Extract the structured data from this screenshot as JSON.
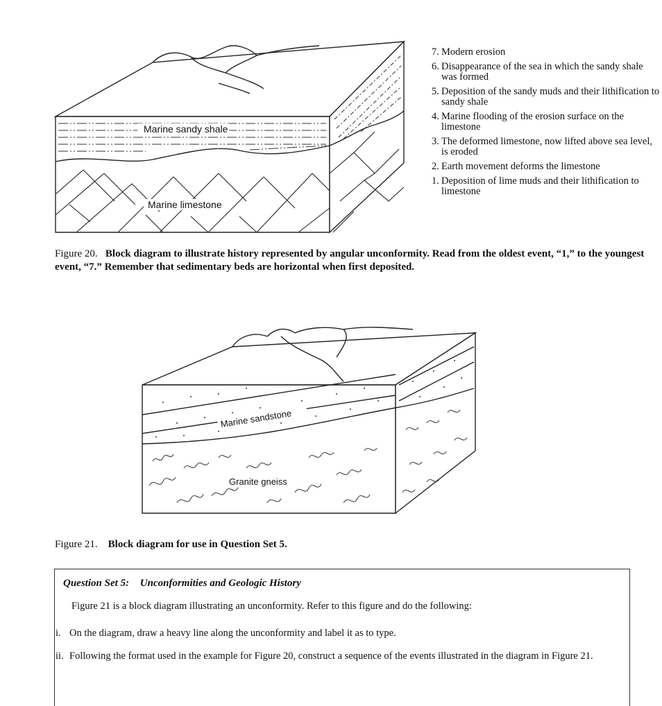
{
  "figure20": {
    "labels": {
      "shale": "Marine sandy shale",
      "limestone": "Marine limestone"
    },
    "events": [
      {
        "num": "7.",
        "text": "Modern erosion"
      },
      {
        "num": "6.",
        "text": "Disappearance of the sea in which the sandy shale was formed"
      },
      {
        "num": "5.",
        "text": "Deposition of the sandy muds and their lithification to sandy shale"
      },
      {
        "num": "4.",
        "text": "Marine flooding of the erosion surface on the limestone"
      },
      {
        "num": "3.",
        "text": "The deformed limestone, now lifted above sea level, is eroded"
      },
      {
        "num": "2.",
        "text": "Earth movement deforms the limestone"
      },
      {
        "num": "1.",
        "text": "Deposition of lime muds and their lithification to limestone"
      }
    ],
    "caption": {
      "label": "Figure 20.",
      "text": "Block diagram to illustrate history represented by angular unconformity. Read from the oldest event, “1,” to the youngest event, “7.” Remember that sedimentary beds are horizontal when first deposited."
    }
  },
  "figure21": {
    "labels": {
      "sandstone": "Marine sandstone",
      "gneiss": "Granite gneiss"
    },
    "caption": {
      "label": "Figure 21.",
      "text": "Block diagram for use in Question Set 5."
    }
  },
  "question_set": {
    "title_prefix": "Question Set 5:",
    "title": "Unconformities and Geologic History",
    "intro": "Figure 21 is a block diagram illustrating an unconformity. Refer to this figure and do the following:",
    "items": [
      {
        "numeral": "i.",
        "text": "On the diagram, draw a heavy line along the unconformity and label it as to type."
      },
      {
        "numeral": "ii.",
        "text": "Following the format used in the example for Figure 20, construct a sequence of the events illustrated in the diagram in Figure 21."
      }
    ]
  }
}
